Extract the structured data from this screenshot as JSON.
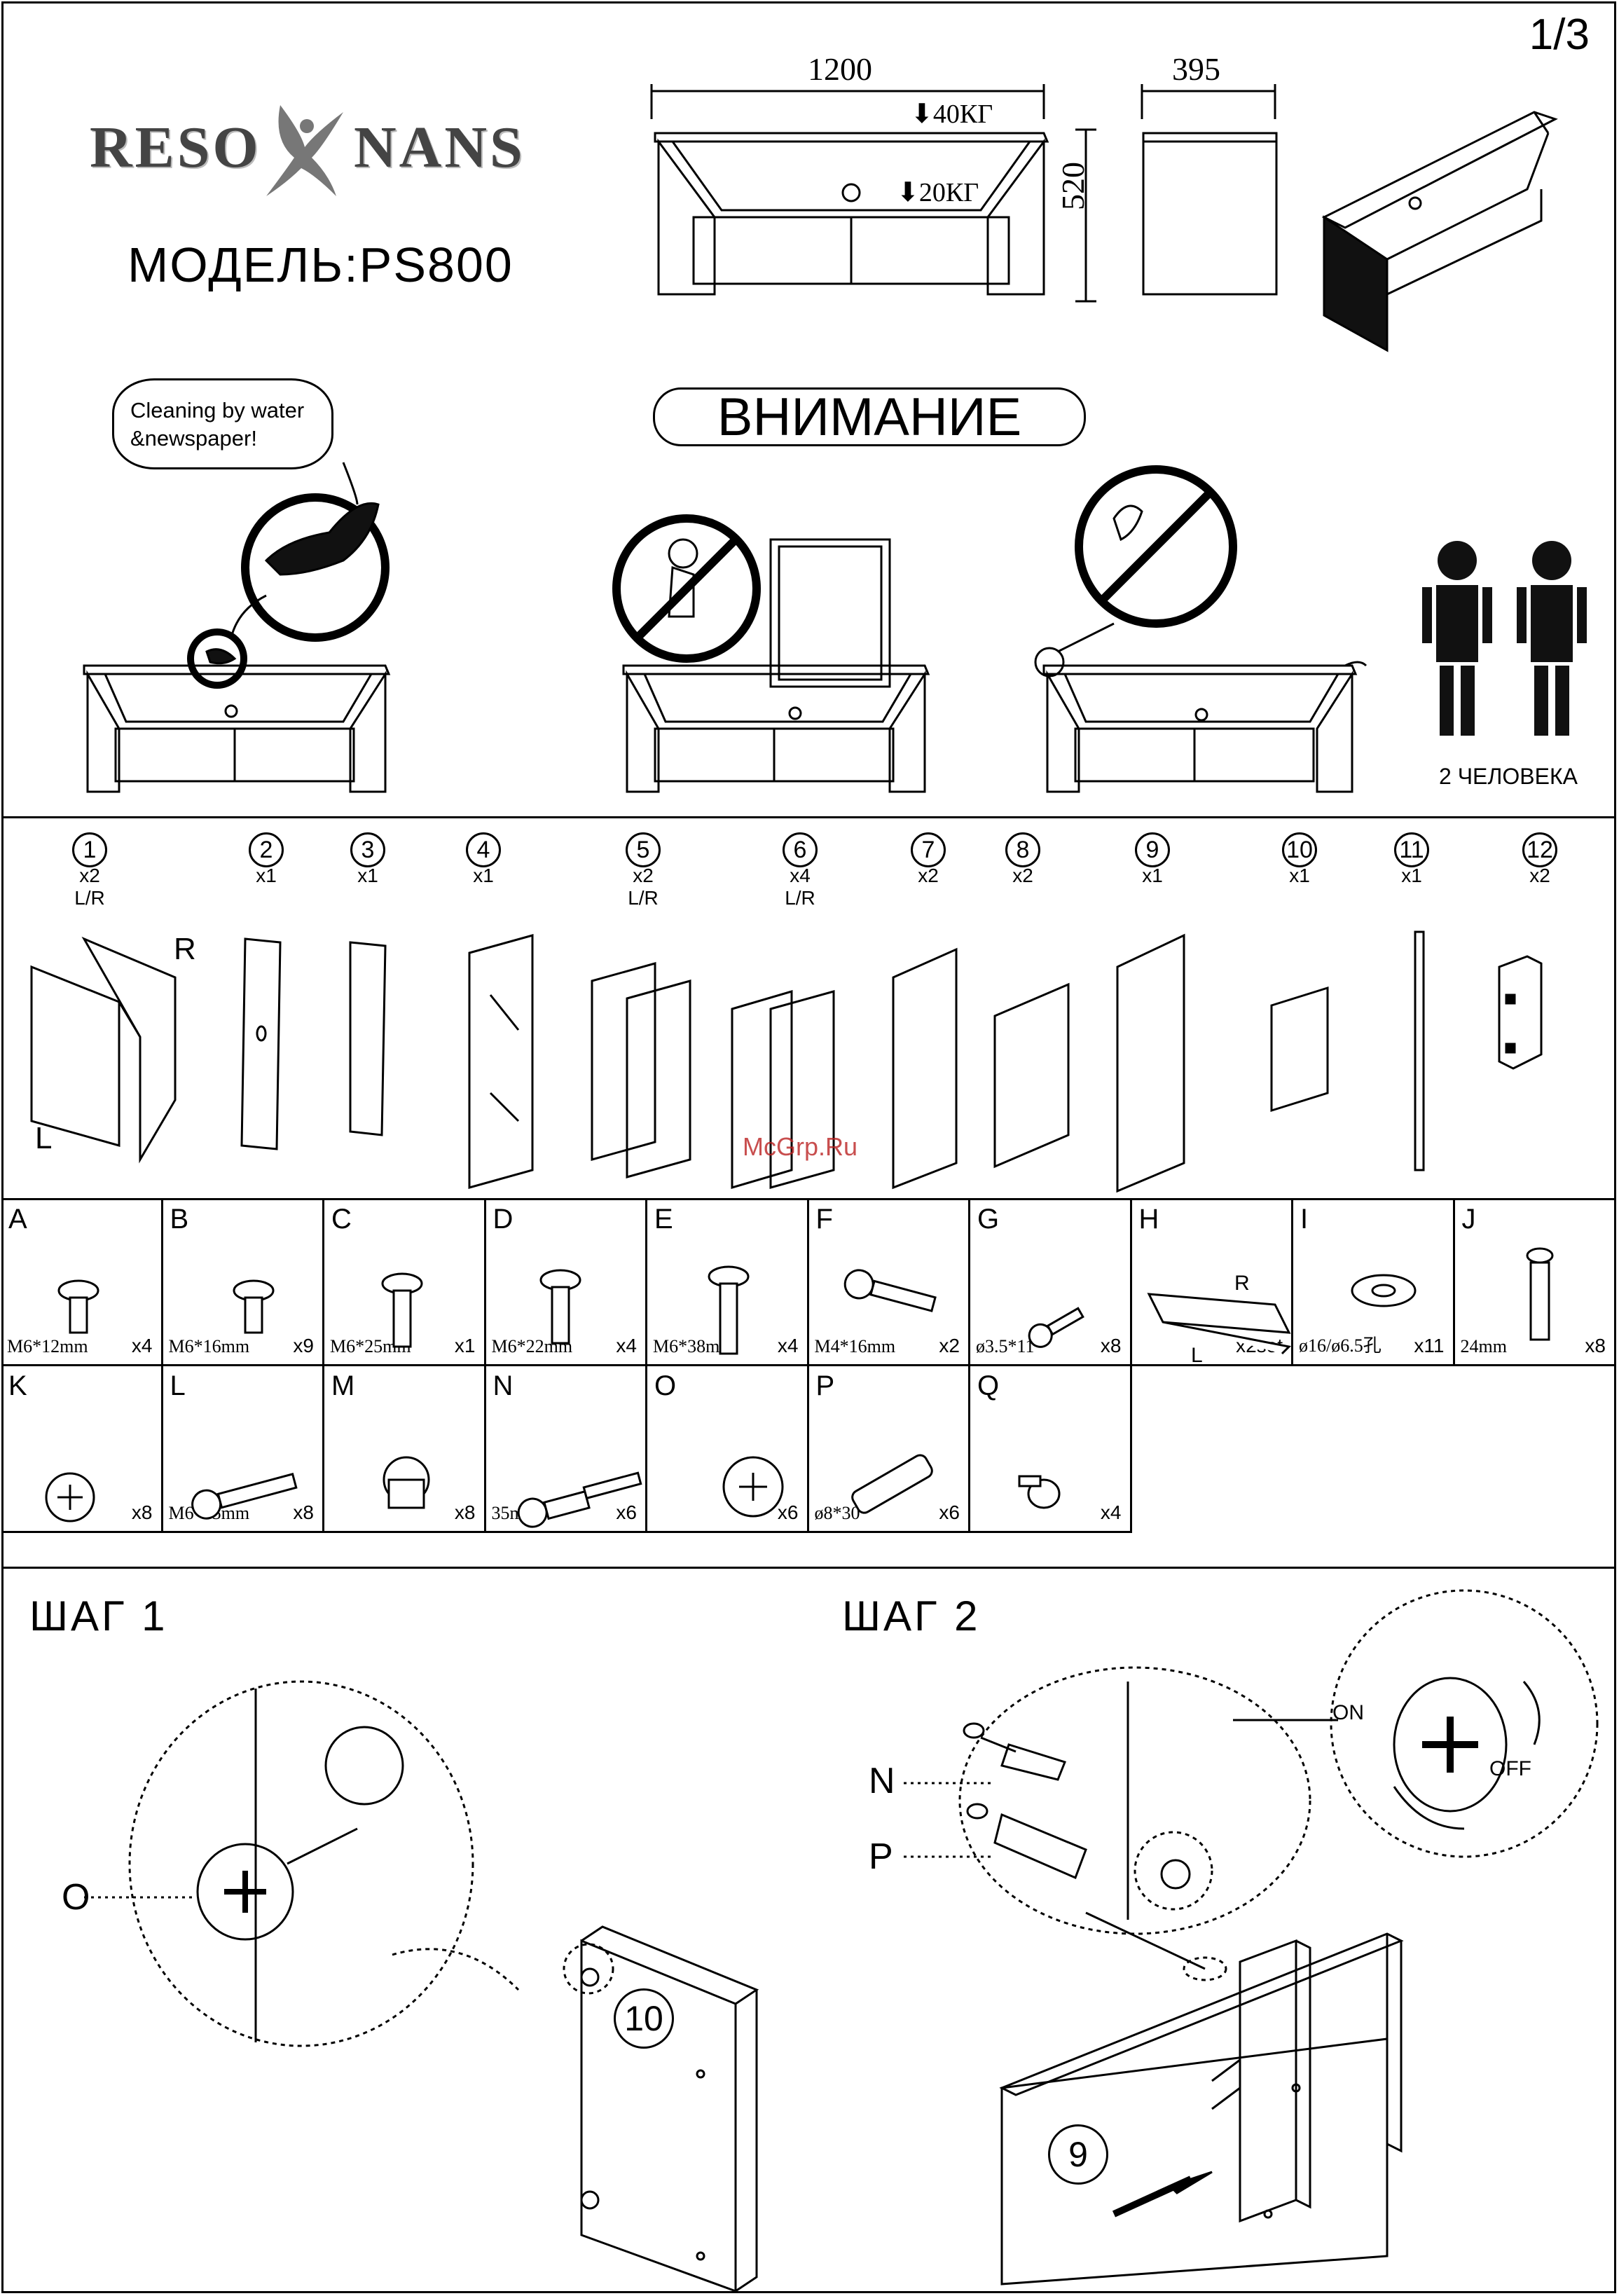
{
  "page_number": "1/3",
  "brand": {
    "left": "RESO",
    "right": "NANS"
  },
  "model_label": "МОДЕЛЬ:PS800",
  "dimensions": {
    "width": "1200",
    "depth": "395",
    "height": "520",
    "load_top": "40КГ",
    "load_shelf": "20КГ"
  },
  "attention": "ВНИМАНИЕ",
  "cleaning_note": {
    "line1": "Cleaning by water",
    "line2": "&newspaper!"
  },
  "people_note": "2 ЧЕЛОВЕКА",
  "parts": [
    {
      "num": "1",
      "qty": "x2",
      "lr": "L/R"
    },
    {
      "num": "2",
      "qty": "x1",
      "lr": ""
    },
    {
      "num": "3",
      "qty": "x1",
      "lr": ""
    },
    {
      "num": "4",
      "qty": "x1",
      "lr": ""
    },
    {
      "num": "5",
      "qty": "x2",
      "lr": "L/R"
    },
    {
      "num": "6",
      "qty": "x4",
      "lr": "L/R"
    },
    {
      "num": "7",
      "qty": "x2",
      "lr": ""
    },
    {
      "num": "8",
      "qty": "x2",
      "lr": ""
    },
    {
      "num": "9",
      "qty": "x1",
      "lr": ""
    },
    {
      "num": "10",
      "qty": "x1",
      "lr": ""
    },
    {
      "num": "11",
      "qty": "x1",
      "lr": ""
    },
    {
      "num": "12",
      "qty": "x2",
      "lr": ""
    }
  ],
  "part_side_labels": {
    "right": "R",
    "left": "L"
  },
  "hardware": [
    {
      "letter": "A",
      "spec": "M6*12mm",
      "qty": "x4"
    },
    {
      "letter": "B",
      "spec": "M6*16mm",
      "qty": "x9"
    },
    {
      "letter": "C",
      "spec": "M6*25mm",
      "qty": "x1"
    },
    {
      "letter": "D",
      "spec": "M6*22mm",
      "qty": "x4"
    },
    {
      "letter": "E",
      "spec": "M6*38mm",
      "qty": "x4"
    },
    {
      "letter": "F",
      "spec": "M4*16mm",
      "qty": "x2"
    },
    {
      "letter": "G",
      "spec": "ø3.5*11",
      "qty": "x8"
    },
    {
      "letter": "H",
      "spec": "",
      "qty": "x2set"
    },
    {
      "letter": "I",
      "spec": "ø16/ø6.5孔",
      "qty": "x11"
    },
    {
      "letter": "J",
      "spec": "24mm",
      "qty": "x8"
    },
    {
      "letter": "K",
      "spec": "",
      "qty": "x8"
    },
    {
      "letter": "L",
      "spec": "M6*35mm",
      "qty": "x8"
    },
    {
      "letter": "M",
      "spec": "",
      "qty": "x8"
    },
    {
      "letter": "N",
      "spec": "35mm",
      "qty": "x6"
    },
    {
      "letter": "O",
      "spec": "",
      "qty": "x6"
    },
    {
      "letter": "P",
      "spec": "ø8*30",
      "qty": "x6"
    },
    {
      "letter": "Q",
      "spec": "",
      "qty": "x4"
    }
  ],
  "hardware_h_labels": {
    "right": "R",
    "left": "L"
  },
  "step1": {
    "title": "ШАГ 1",
    "callout": "O",
    "part": "10"
  },
  "step2": {
    "title": "ШАГ 2",
    "callout_n": "N",
    "callout_p": "P",
    "part": "9",
    "on": "ON",
    "off": "OFF"
  },
  "watermark": "McGrp.Ru"
}
